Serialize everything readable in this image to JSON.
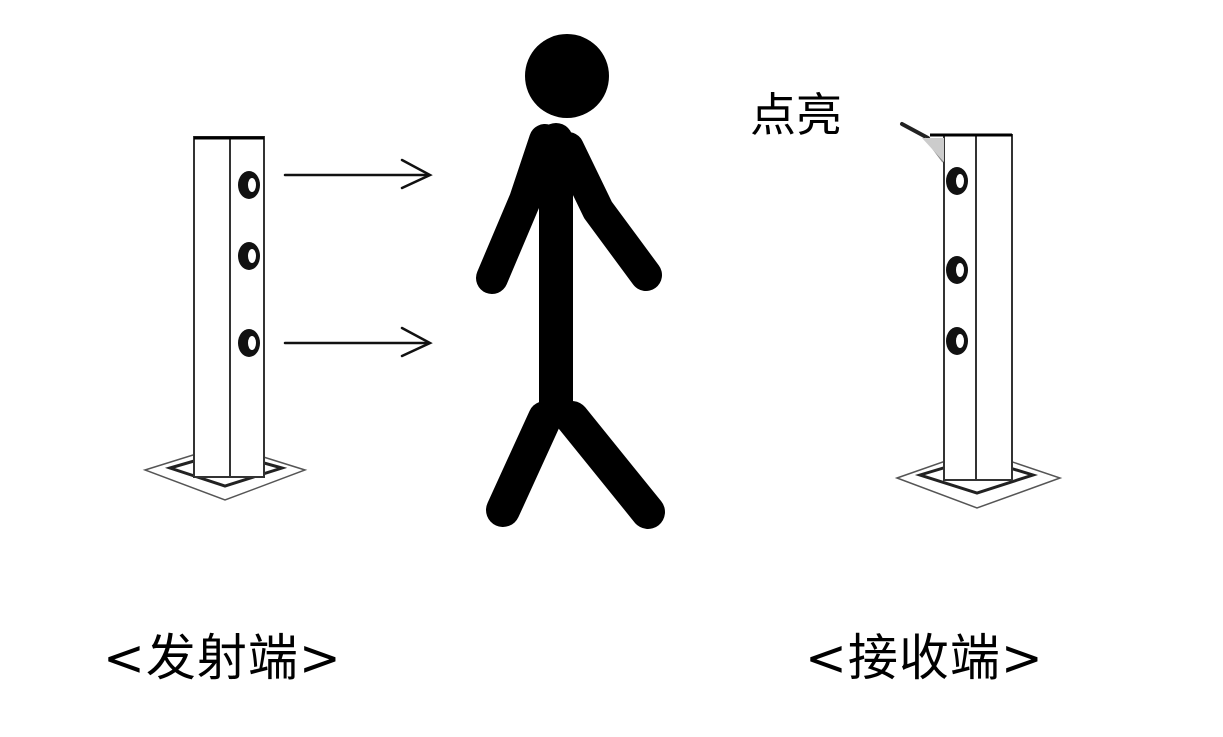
{
  "diagram": {
    "type": "infrared beam sensor illustration",
    "transmitter": {
      "label": "<发射端>",
      "beams": 2,
      "lenses": 3
    },
    "receiver": {
      "label": "<接收端>",
      "lenses": 3,
      "indicator_callout": "点亮"
    },
    "person": {
      "description": "stick figure walking between transmitter and receiver"
    },
    "colors": {
      "background": "#ffffff",
      "ink": "#000000",
      "post_outline": "#333333"
    }
  }
}
